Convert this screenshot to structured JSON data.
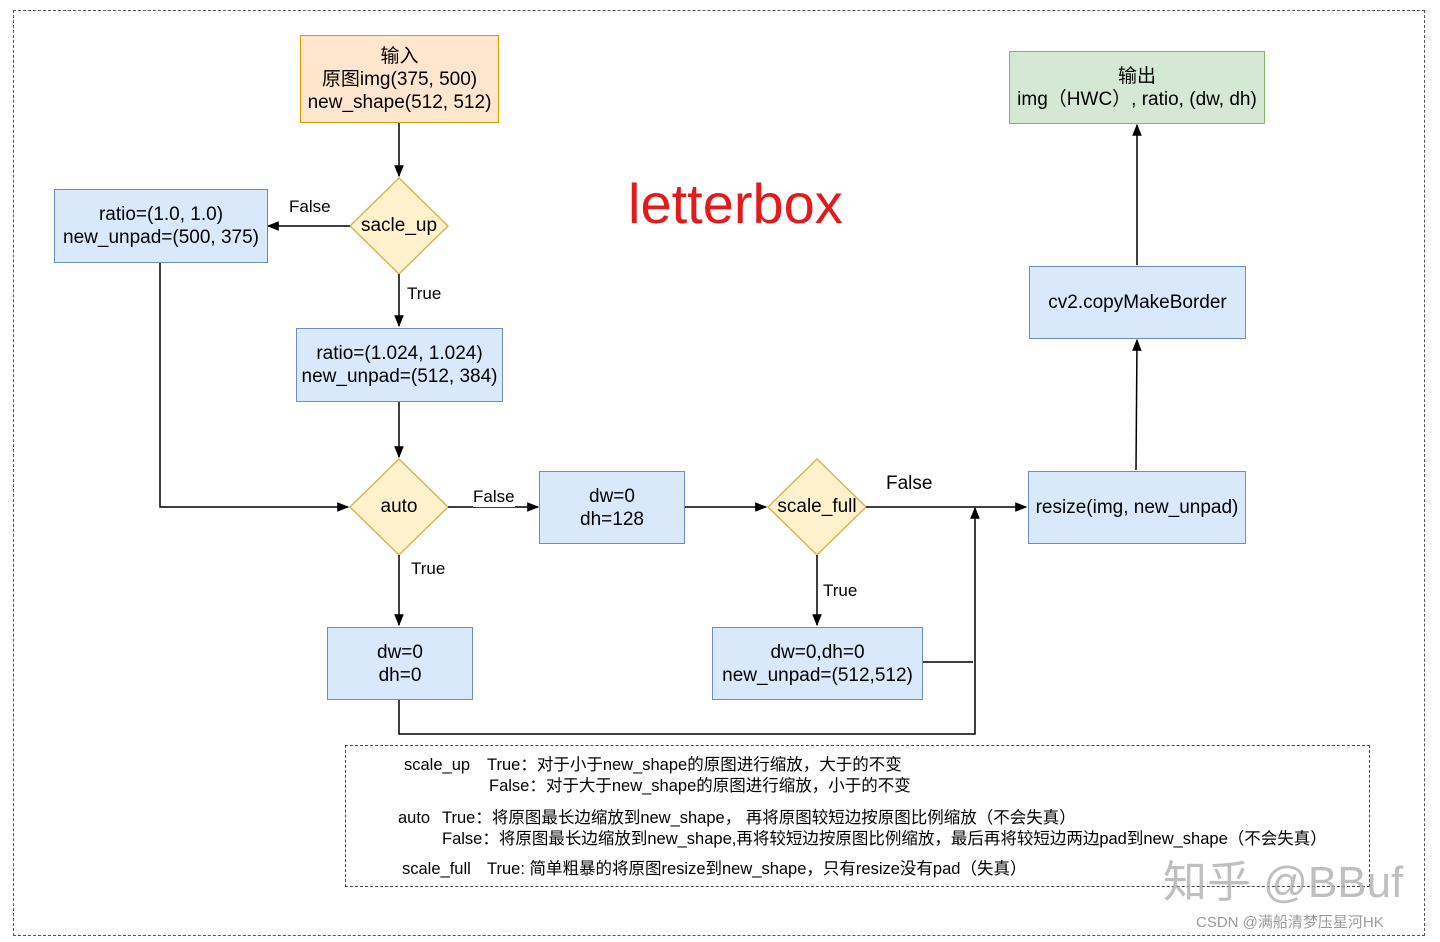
{
  "title": "letterbox",
  "input_box": {
    "line1": "输入",
    "line2": "原图img(375, 500)",
    "line3": "new_shape(512, 512)"
  },
  "output_box": {
    "line1": "输出",
    "line2": "img（HWC）, ratio, (dw, dh)"
  },
  "decisions": {
    "scale_up": "sacle_up",
    "auto": "auto",
    "scale_full": "scale_full"
  },
  "boxes": {
    "ratio_false": {
      "line1": "ratio=(1.0, 1.0)",
      "line2": "new_unpad=(500, 375)"
    },
    "ratio_true": {
      "line1": "ratio=(1.024, 1.024)",
      "line2": "new_unpad=(512, 384)"
    },
    "auto_false": {
      "line1": "dw=0",
      "line2": "dh=128"
    },
    "auto_true": {
      "line1": "dw=0",
      "line2": "dh=0"
    },
    "full_true": {
      "line1": "dw=0,dh=0",
      "line2": "new_unpad=(512,512)"
    },
    "resize": "resize(img, new_unpad)",
    "border": "cv2.copyMakeBorder"
  },
  "edge_labels": {
    "scaleup_false": "False",
    "scaleup_true": "True",
    "auto_false": "False",
    "auto_true": "True",
    "full_false": "False",
    "full_true": "True"
  },
  "notes": {
    "scale_up_key": "scale_up",
    "scale_up_true": "True：对于小于new_shape的原图进行缩放，大于的不变",
    "scale_up_false": "False：对于大于new_shape的原图进行缩放，小于的不变",
    "auto_key": "auto",
    "auto_true": "True：将原图最长边缩放到new_shape，  再将原图较短边按原图比例缩放（不会失真）",
    "auto_false": "False：将原图最长边缩放到new_shape,再将较短边按原图比例缩放，最后再将较短边两边pad到new_shape（不会失真）",
    "scale_full_key": "scale_full",
    "scale_full_true": "True: 简单粗暴的将原图resize到new_shape，只有resize没有pad（失真）"
  },
  "watermark": {
    "zhihu": "知乎 @BBuf",
    "csdn": "CSDN @满船清梦压星河HK"
  },
  "colors": {
    "blue_fill": "#dae8fc",
    "blue_stroke": "#6c8ebf",
    "yellow_fill": "#fff2cc",
    "yellow_stroke": "#d6b656",
    "orange_fill": "#ffe6cc",
    "green_fill": "#d5e8d4",
    "title_red": "#e31a1c"
  }
}
